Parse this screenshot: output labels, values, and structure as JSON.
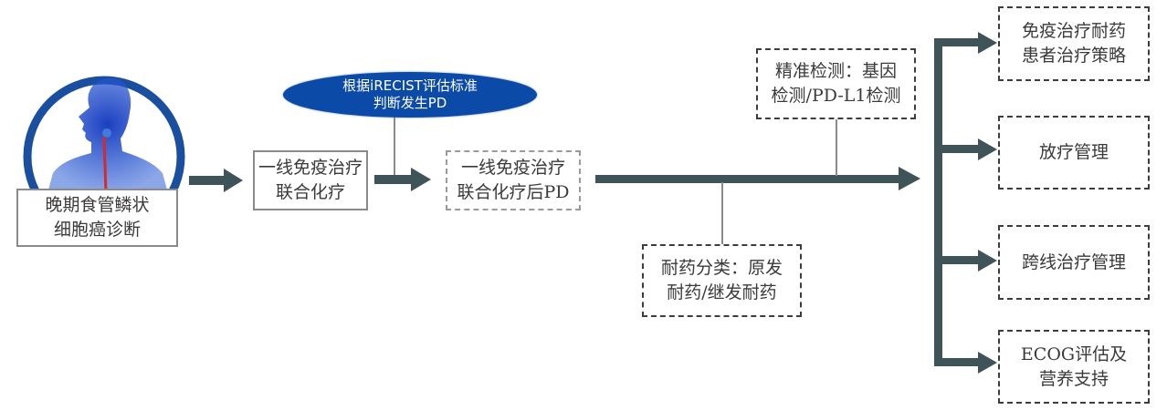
{
  "diagram": {
    "start": {
      "icon": "patient-head-esophagus-icon",
      "label_lines": [
        "晚期食管鳞状",
        "细胞癌诊断"
      ]
    },
    "first_line": {
      "label_lines": [
        "一线免疫治疗",
        "联合化疗"
      ]
    },
    "criteria_ellipse": {
      "label_lines": [
        "根据iRECIST评估标准",
        "判断发生PD"
      ]
    },
    "progression": {
      "label_lines": [
        "一线免疫治疗",
        "联合化疗后PD"
      ]
    },
    "precision_testing": {
      "label_lines": [
        "精准检测：基因",
        "检测/PD-L1检测"
      ]
    },
    "resistance_classification": {
      "label_lines": [
        "耐药分类：原发",
        "耐药/继发耐药"
      ]
    },
    "outcomes": [
      {
        "label_lines": [
          "免疫治疗耐药",
          "患者治疗策略"
        ]
      },
      {
        "label_lines": [
          "放疗管理"
        ]
      },
      {
        "label_lines": [
          "跨线治疗管理"
        ]
      },
      {
        "label_lines": [
          "ECOG评估及",
          "营养支持"
        ]
      }
    ],
    "colors": {
      "arrow": "#3f5459",
      "ellipse_fill": "#0b4aa6",
      "ring": "#1a4fa0",
      "esophagus": "#d32a2a"
    }
  }
}
